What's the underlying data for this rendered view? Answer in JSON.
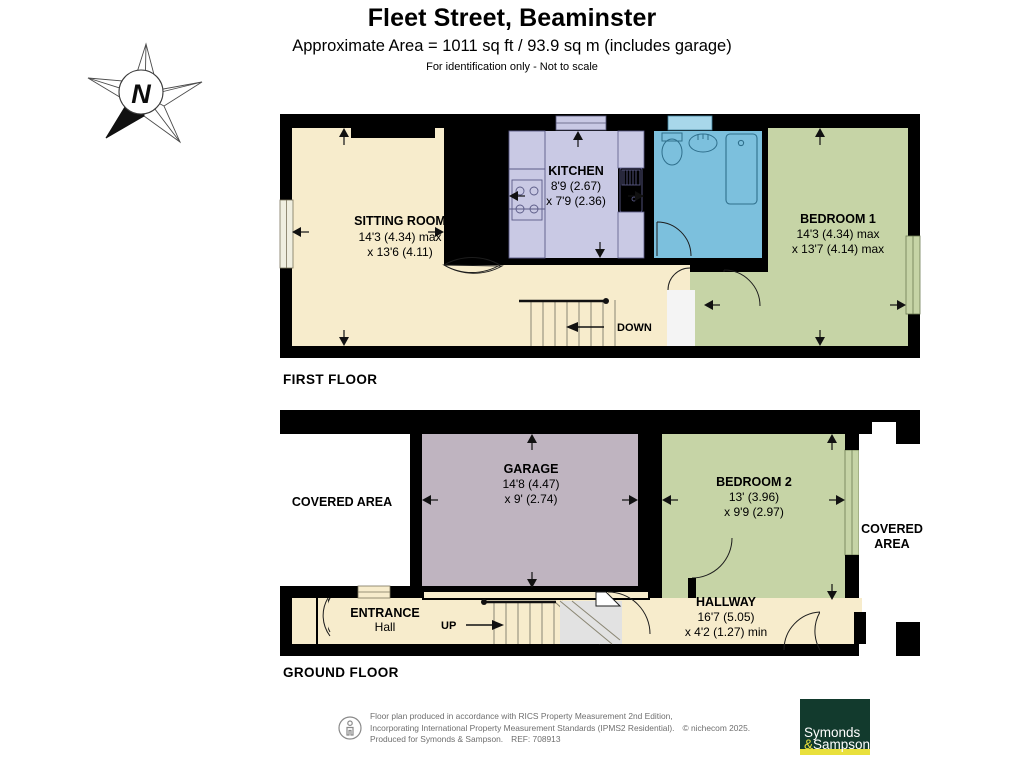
{
  "header": {
    "title": "Fleet Street, Beaminster",
    "area_line": "Approximate Area = 1011 sq ft / 93.9 sq m (includes garage)",
    "note": "For identification only - Not to scale"
  },
  "compass": {
    "label": "N",
    "icon": "compass-rose-icon"
  },
  "floors": [
    {
      "id": "first",
      "label": "FIRST FLOOR",
      "rooms": [
        {
          "name": "SITTING ROOM",
          "dim1": "14'3 (4.34) max",
          "dim2": "x 13'6 (4.11)",
          "color": "#f7eccc"
        },
        {
          "name": "KITCHEN",
          "dim1": "8'9 (2.67)",
          "dim2": "x 7'9 (2.36)",
          "color": "#c9c9e4"
        },
        {
          "name": "BEDROOM 1",
          "dim1": "14'3 (4.34) max",
          "dim2": "x 13'7 (4.14) max",
          "color": "#c6d4a6"
        },
        {
          "name": "BATHROOM",
          "dim1": "",
          "dim2": "",
          "color": "#7cc0dd"
        }
      ],
      "annotations": [
        {
          "text": "DOWN",
          "kind": "stair-direction"
        }
      ]
    },
    {
      "id": "ground",
      "label": "GROUND FLOOR",
      "rooms": [
        {
          "name": "COVERED AREA",
          "dim1": "",
          "dim2": "",
          "color": "#ffffff"
        },
        {
          "name": "GARAGE",
          "dim1": "14'8 (4.47)",
          "dim2": "x 9' (2.74)",
          "color": "#bfb4c0"
        },
        {
          "name": "BEDROOM 2",
          "dim1": "13' (3.96)",
          "dim2": "x 9'9 (2.97)",
          "color": "#c6d4a6"
        },
        {
          "name": "COVERED AREA",
          "dim1": "",
          "dim2": "",
          "color": "#ffffff"
        },
        {
          "name": "ENTRANCE",
          "dim1": "Hall",
          "dim2": "",
          "color": "#f7eccc"
        },
        {
          "name": "HALLWAY",
          "dim1": "16'7 (5.05)",
          "dim2": "x 4'2 (1.27) min",
          "color": "#f7eccc"
        }
      ],
      "annotations": [
        {
          "text": "UP",
          "kind": "stair-direction"
        }
      ]
    }
  ],
  "labels": {
    "sitting_room": "SITTING ROOM",
    "sitting_room_d1": "14'3 (4.34) max",
    "sitting_room_d2": "x 13'6 (4.11)",
    "kitchen": "KITCHEN",
    "kitchen_d1": "8'9 (2.67)",
    "kitchen_d2": "x 7'9 (2.36)",
    "bedroom1": "BEDROOM 1",
    "bedroom1_d1": "14'3 (4.34) max",
    "bedroom1_d2": "x 13'7 (4.14) max",
    "down": "DOWN",
    "first_floor": "FIRST FLOOR",
    "covered_area_left": "COVERED AREA",
    "covered_area_right_l1": "COVERED",
    "covered_area_right_l2": "AREA",
    "garage": "GARAGE",
    "garage_d1": "14'8 (4.47)",
    "garage_d2": "x 9' (2.74)",
    "bedroom2": "BEDROOM 2",
    "bedroom2_d1": "13' (3.96)",
    "bedroom2_d2": "x 9'9 (2.97)",
    "entrance": "ENTRANCE",
    "entrance_sub": "Hall",
    "hallway": "HALLWAY",
    "hallway_d1": "16'7 (5.05)",
    "hallway_d2": "x 4'2 (1.27) min",
    "up": "UP",
    "ground_floor": "GROUND FLOOR"
  },
  "footer": {
    "line1": "Floor plan produced in accordance with RICS Property Measurement 2nd Edition,",
    "line2": "Incorporating International Property Measurement Standards (IPMS2 Residential).",
    "copyright": "© nichecom 2025.",
    "line3": "Produced for Symonds & Sampson.",
    "ref": "REF: 708913"
  },
  "logo": {
    "line1": "Symonds",
    "amp": "&",
    "line2": "Sampson",
    "bg_color": "#123a2d",
    "accent_color": "#e9e03c"
  },
  "colors": {
    "wall": "#000000",
    "sitting_room": "#f7eccc",
    "kitchen": "#c9c9e4",
    "bathroom": "#7cc0dd",
    "bedroom": "#c6d4a6",
    "garage": "#bfb4c0",
    "hall": "#f7eccc",
    "closet": "#ededed",
    "window": "#ffffff"
  }
}
